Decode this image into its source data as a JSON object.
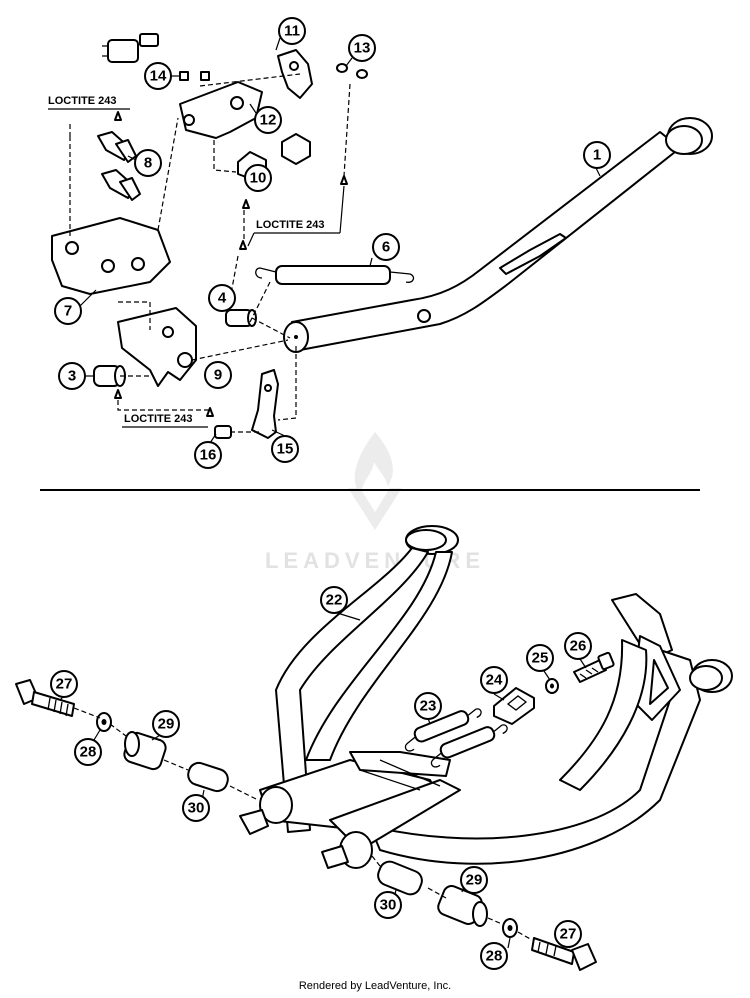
{
  "watermark": {
    "text": "LEADVENTURE"
  },
  "notes": {
    "loctite_1": "LOCTITE 243",
    "loctite_2": "LOCTITE 243",
    "loctite_3": "LOCTITE 243"
  },
  "callouts": {
    "c1": "1",
    "c3": "3",
    "c4": "4",
    "c6": "6",
    "c7": "7",
    "c8": "8",
    "c9": "9",
    "c10": "10",
    "c11": "11",
    "c12": "12",
    "c13": "13",
    "c14": "14",
    "c15": "15",
    "c16": "16",
    "c22": "22",
    "c23": "23",
    "c24": "24",
    "c25": "25",
    "c26": "26",
    "c27a": "27",
    "c28a": "28",
    "c29a": "29",
    "c30a": "30",
    "c27b": "27",
    "c28b": "28",
    "c29b": "29",
    "c30b": "30"
  },
  "footer": {
    "text": "Rendered by LeadVenture, Inc."
  }
}
